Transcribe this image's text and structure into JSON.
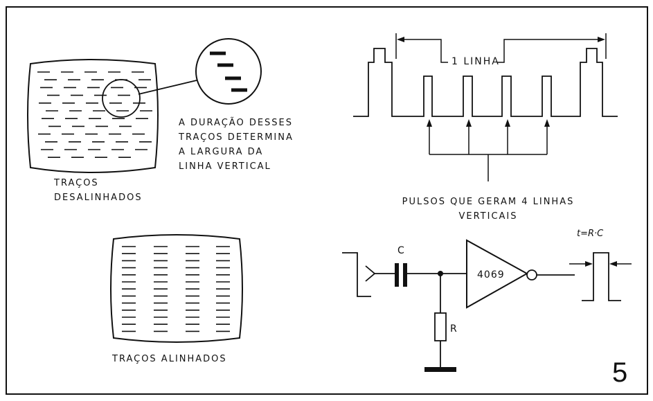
{
  "labels": {
    "tracos_desalinhados_line1": "TRAÇOS",
    "tracos_desalinhados_line2": "DESALINHADOS",
    "duracao_line1": "A DURAÇÃO DESSES",
    "duracao_line2": "TRAÇOS DETERMINA",
    "duracao_line3": "A LARGURA DA",
    "duracao_line4": "LINHA VERTICAL",
    "tracos_alinhados": "TRAÇOS ALINHADOS",
    "pulsos_line1": "PULSOS QUE GERAM 4 LINHAS",
    "pulsos_line2": "VERTICAIS",
    "uma_linha": "1 LINHA",
    "capacitor": "C",
    "resistor": "R",
    "chip": "4069",
    "time_constant": "t=R·C",
    "figure_number": "5"
  },
  "colors": {
    "ink": "#111111",
    "paper": "#ffffff"
  }
}
